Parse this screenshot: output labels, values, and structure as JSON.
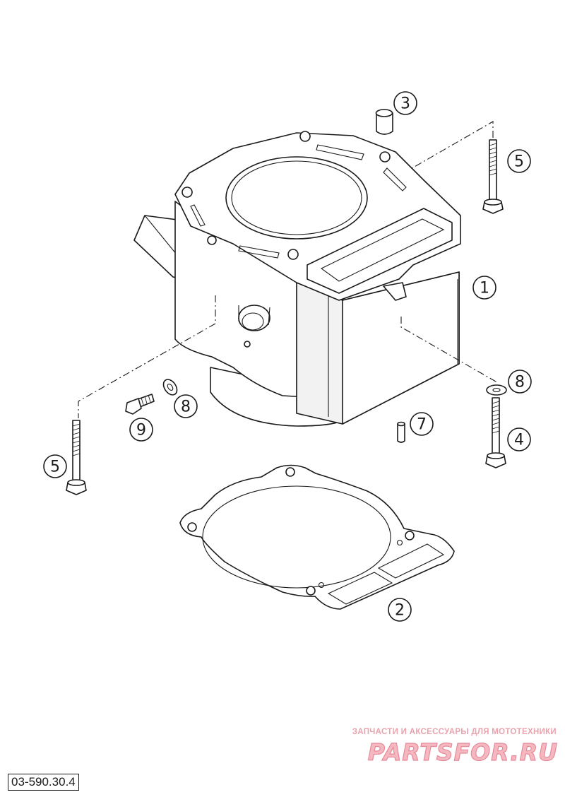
{
  "diagram": {
    "reference_code": "03-590.30.4",
    "watermark": {
      "tagline": "ЗАПЧАСТИ И АКСЕССУАРЫ ДЛЯ МОТОТЕХНИКИ",
      "logo": "PARTSFOR.RU"
    },
    "callouts": [
      {
        "id": "cylinder",
        "label": "1"
      },
      {
        "id": "base-gasket",
        "label": "2"
      },
      {
        "id": "dowel-sleeve",
        "label": "3"
      },
      {
        "id": "stud-bolt-right",
        "label": "4"
      },
      {
        "id": "bolt-top-right",
        "label": "5"
      },
      {
        "id": "bolt-left",
        "label": "5"
      },
      {
        "id": "dowel-pin",
        "label": "7"
      },
      {
        "id": "washer-right",
        "label": "8"
      },
      {
        "id": "washer-left",
        "label": "8"
      },
      {
        "id": "banjo-screw",
        "label": "9"
      }
    ]
  }
}
